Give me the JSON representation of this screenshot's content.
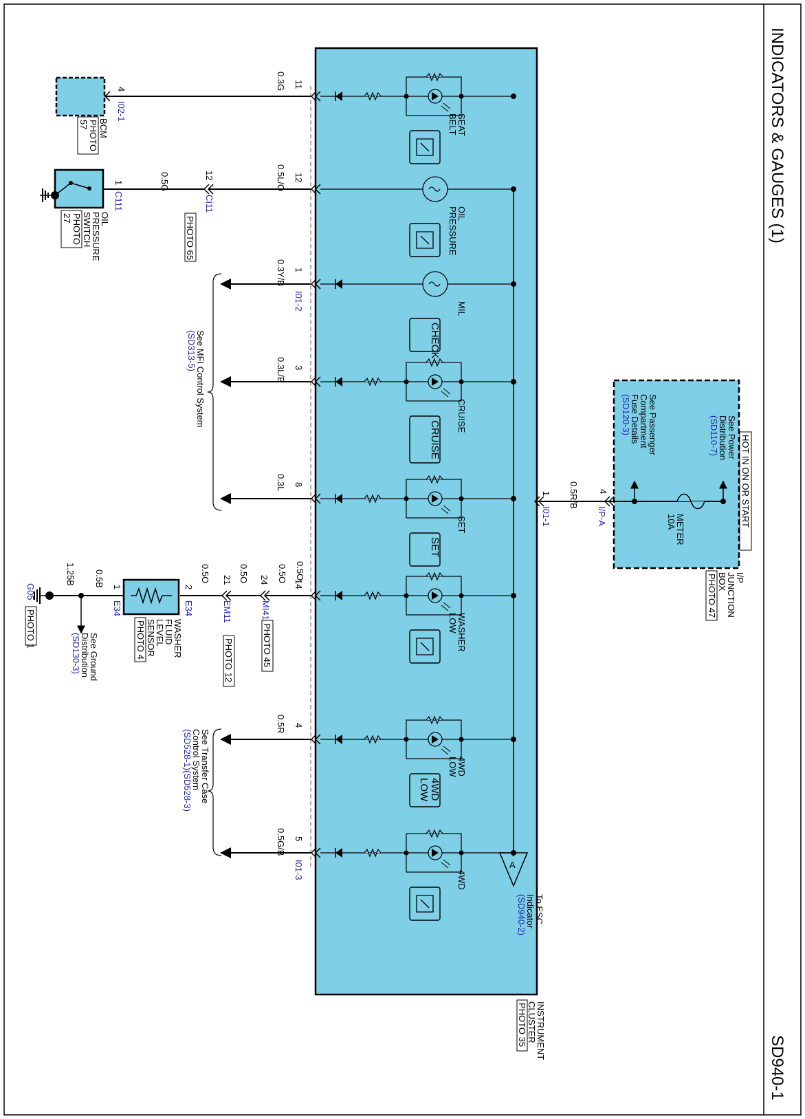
{
  "title": "INDICATORS & GAUGES (1)",
  "page_code": "SD940-1",
  "colors": {
    "cluster_fill": "#7fcfe6",
    "link_blue": "#1f24b8",
    "wire": "#000000"
  },
  "power": {
    "hot_label": "HOT IN ON OR START",
    "power_dist": [
      "See Power",
      "Distribution"
    ],
    "power_ref": "(SD110-7)",
    "pass_fuse": [
      "See Passenger",
      "Compartment",
      "Fuse Details"
    ],
    "pass_ref": "(SD120-3)",
    "fuse_name": "METER",
    "fuse_rating": "10A",
    "box_name": [
      "I/P",
      "JUNCTION",
      "BOX"
    ],
    "box_photo": "PHOTO 47",
    "pin": "4",
    "conn": "I/P-A",
    "wire": "0.5R/B",
    "cluster_pin": "1",
    "cluster_conn": "I01-1"
  },
  "cluster": {
    "name": [
      "INSTRUMENT",
      "CLUSTER"
    ],
    "photo": "PHOTO 35",
    "esc_letter": "A",
    "esc_text": [
      "To ESC",
      "Indicator"
    ],
    "esc_ref": "(SD940-2)"
  },
  "channels": [
    {
      "pin": "11",
      "wire": "0.3G",
      "label": [
        "SEAT",
        "BELT"
      ],
      "conn": "",
      "symbol": "seatbelt-icon"
    },
    {
      "pin": "12",
      "wire": "0.5L/O",
      "label": [
        "OIL",
        "PRESSURE"
      ],
      "conn": "",
      "symbol": "oil-can-icon"
    },
    {
      "pin": "1",
      "wire": "0.3Y/B",
      "label": [
        "MIL"
      ],
      "conn": "I01-2",
      "symbol": "check-engine-icon",
      "box_text": "CHECK"
    },
    {
      "pin": "3",
      "wire": "0.3L/B",
      "label": [
        "CRUISE"
      ],
      "conn": "",
      "symbol": "cruise-box",
      "box_text": "CRUISE"
    },
    {
      "pin": "8",
      "wire": "0.3L",
      "label": [
        "SET"
      ],
      "conn": "",
      "symbol": "set-box",
      "box_text": "SET"
    },
    {
      "pin": "14",
      "wire": "0.5O",
      "label": [
        "WASHER",
        "LOW"
      ],
      "conn": "",
      "symbol": "washer-icon"
    },
    {
      "pin": "4",
      "wire": "0.5R",
      "label": [
        "4WD",
        "LOW"
      ],
      "conn": "",
      "symbol": "4wd-low-box",
      "box_text": [
        "4WD",
        "LOW"
      ]
    },
    {
      "pin": "5",
      "wire": "0.5G/B",
      "label": [
        "4WD"
      ],
      "conn": "I01-3",
      "symbol": "4wd-icon"
    }
  ],
  "bcm": {
    "pin": "4",
    "conn": "I02-1",
    "name": "BCM",
    "photo": [
      "PHOTO",
      "57"
    ]
  },
  "oil_switch": {
    "pin": "1",
    "conn": "C111",
    "name": [
      "OIL",
      "PRESSURE",
      "SWITCH"
    ],
    "photo": [
      "PHOTO",
      "27"
    ],
    "wire": "0.5G",
    "ci_pin": "12",
    "ci_conn": "CI11",
    "ci_photo": "PHOTO 65"
  },
  "mfi": {
    "text": [
      "See MFI Control System"
    ],
    "ref": "(SD313-5)"
  },
  "transfer": {
    "text": [
      "See Transfer Case",
      "Control System"
    ],
    "ref": "(SD528-1)(SD528-3)"
  },
  "washer_path": {
    "mi_pin": "24",
    "mi_conn": "MI41",
    "mi_photo": "PHOTO 45",
    "mi_wire": "0.5O",
    "em_pin": "21",
    "em_conn": "EM11",
    "em_photo": "PHOTO 12",
    "em_wire": "0.5O",
    "sensor_pin_in": "2",
    "sensor_conn": "E34",
    "sensor_pin_out": "1",
    "sensor_name": [
      "WASHER",
      "FLUID",
      "LEVEL",
      "SENSOR"
    ],
    "sensor_photo": "PHOTO 4",
    "out_wire": "0.5B",
    "ground_wire": "1.25B",
    "ground": "G05",
    "ground_photo": "PHOTO 1",
    "ground_dist": [
      "See Ground",
      "Distribution"
    ],
    "ground_ref": "(SD130-3)"
  }
}
